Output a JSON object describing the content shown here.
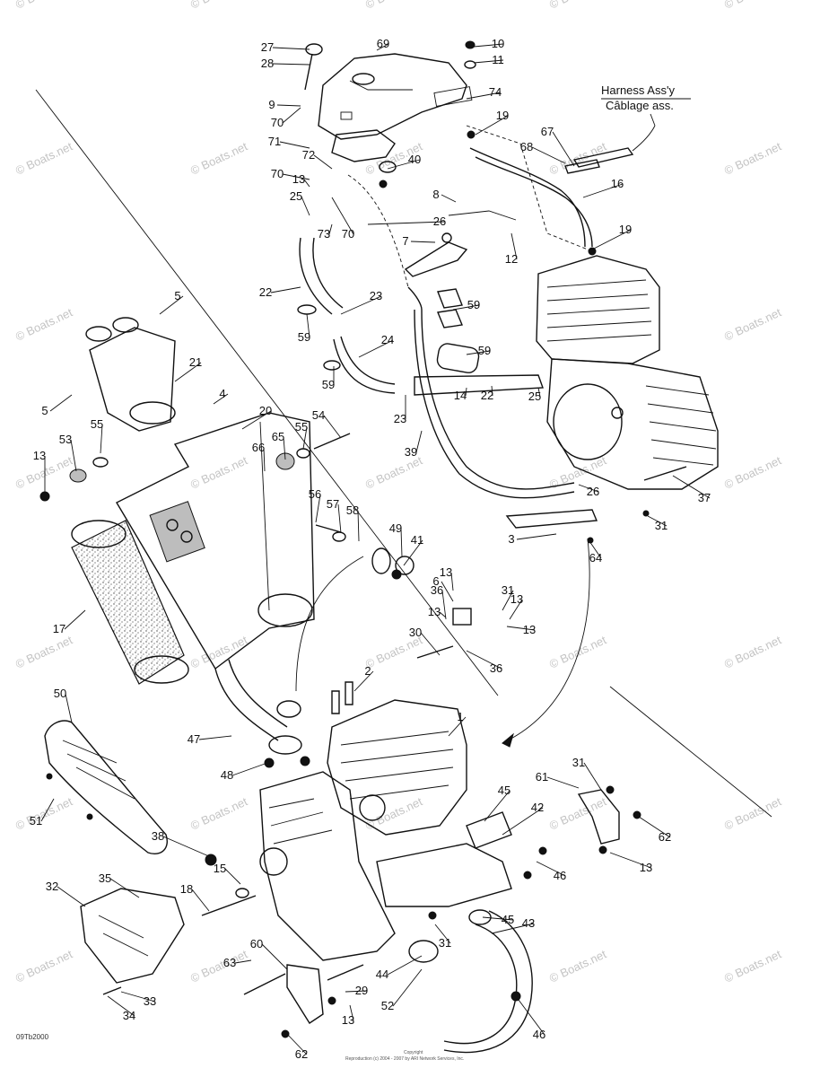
{
  "header": {
    "harness_line1": "Harness Ass'y",
    "harness_line2": "Câblage ass."
  },
  "watermark": "© Boats.net",
  "diagram_code": "09Tb2000",
  "copyright_line1": "Copyright",
  "copyright_line2": "Reproduction (c) 2004 - 2007 by ARI Network Services, Inc.",
  "callouts": [
    "1",
    "2",
    "3",
    "4",
    "5",
    "5",
    "6",
    "7",
    "8",
    "9",
    "10",
    "11",
    "12",
    "13",
    "13",
    "13",
    "13",
    "13",
    "13",
    "13",
    "13",
    "14",
    "15",
    "16",
    "17",
    "18",
    "19",
    "19",
    "20",
    "21",
    "22",
    "22",
    "23",
    "23",
    "24",
    "25",
    "25",
    "26",
    "26",
    "27",
    "28",
    "29",
    "30",
    "31",
    "31",
    "31",
    "31",
    "32",
    "33",
    "34",
    "35",
    "36",
    "36",
    "37",
    "38",
    "39",
    "40",
    "41",
    "42",
    "43",
    "44",
    "45",
    "45",
    "46",
    "46",
    "47",
    "48",
    "49",
    "50",
    "51",
    "52",
    "53",
    "54",
    "55",
    "55",
    "56",
    "57",
    "58",
    "59",
    "59",
    "59",
    "59",
    "60",
    "61",
    "62",
    "62",
    "63",
    "64",
    "65",
    "66",
    "67",
    "68",
    "69",
    "70",
    "70",
    "70",
    "71",
    "72",
    "73",
    "74"
  ]
}
